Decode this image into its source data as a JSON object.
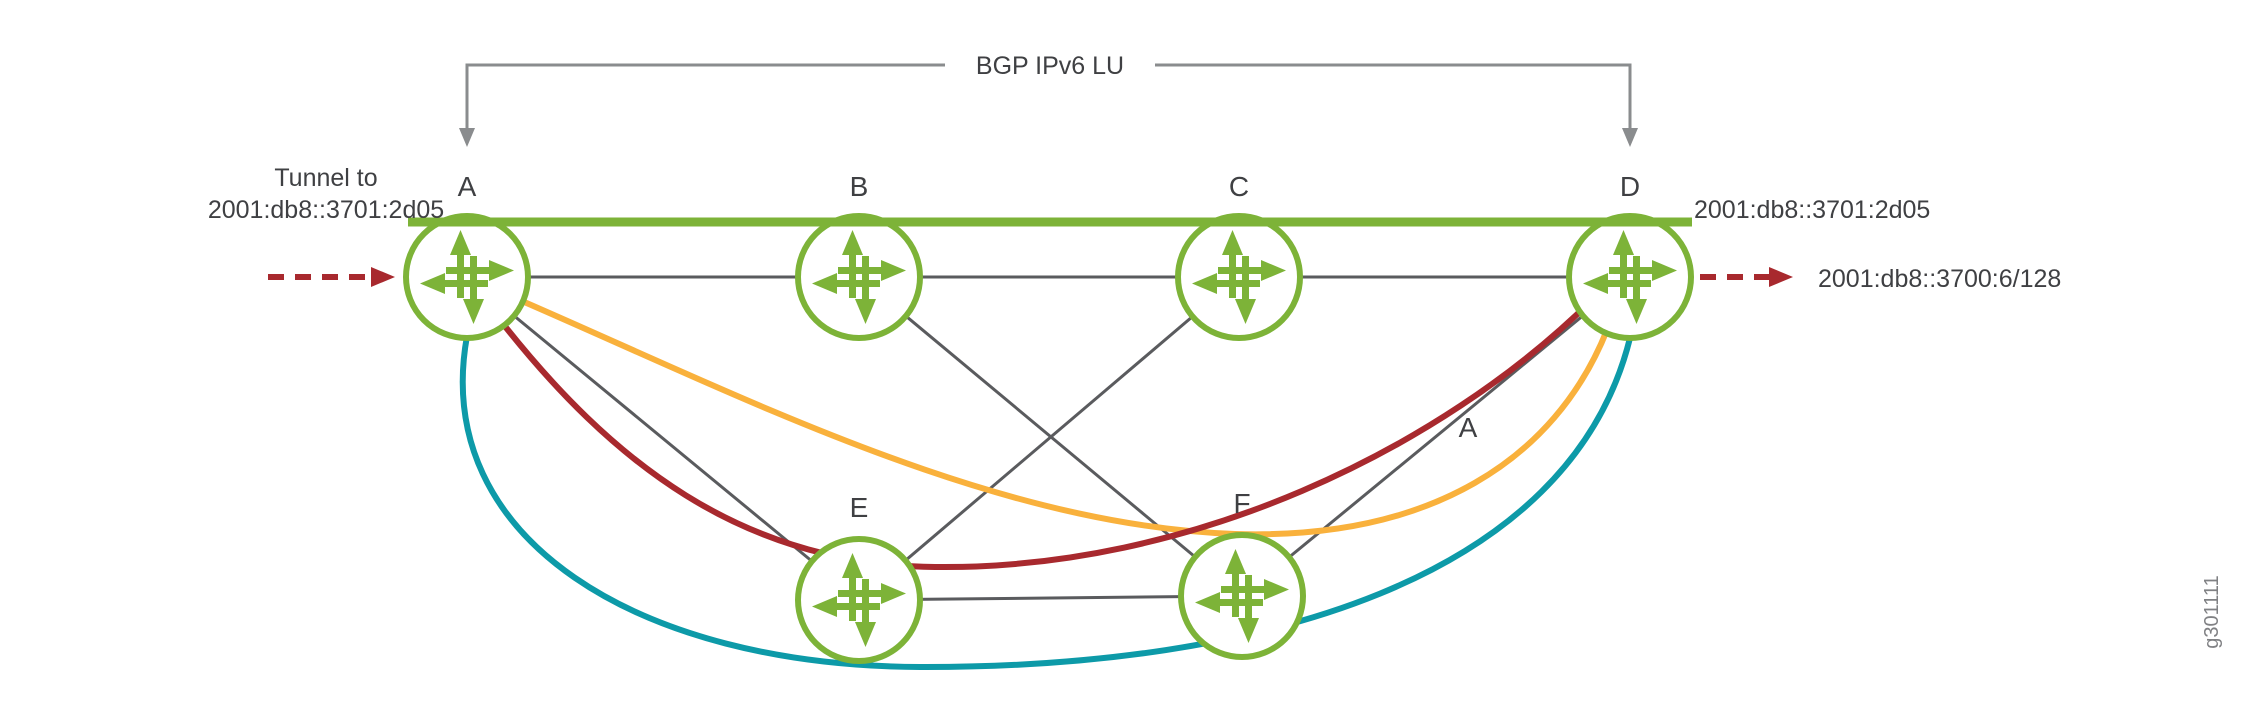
{
  "figure_id": "g301111",
  "bracket_label": "BGP IPv6 LU",
  "nodes": {
    "a": "A",
    "b": "B",
    "c": "C",
    "d": "D",
    "e": "E",
    "f": "F"
  },
  "labels": {
    "tunnel_to": "Tunnel to",
    "tunnel_address": "2001:db8::3701:2d05",
    "remote_address": "2001:db8::3701:2d05",
    "route_prefix": "2001:db8::3700:6/128",
    "path_label_a": "A"
  },
  "links": {
    "top_row": [
      "A-B",
      "B-C",
      "C-D"
    ],
    "cross": [
      "A-E",
      "B-F",
      "C-E",
      "D-F",
      "E-F"
    ]
  },
  "paths": {
    "bgp_lu_session": {
      "from": "A",
      "to": "D",
      "color": "#7db338"
    },
    "lsp_red": {
      "from": "A",
      "to": "D",
      "via": "E",
      "color": "#a8292e"
    },
    "lsp_orange": {
      "from": "A",
      "to": "D",
      "via": "F",
      "color": "#f9b13c"
    },
    "lsp_teal": {
      "from": "A",
      "to": "D",
      "via": "bottom",
      "color": "#0d9aa8"
    }
  },
  "colors": {
    "router_green": "#7db338",
    "link_gray": "#5a5b5e",
    "bracket_gray": "#8a8c8e",
    "arrow_red": "#a8292e",
    "text": "#3f4043"
  }
}
